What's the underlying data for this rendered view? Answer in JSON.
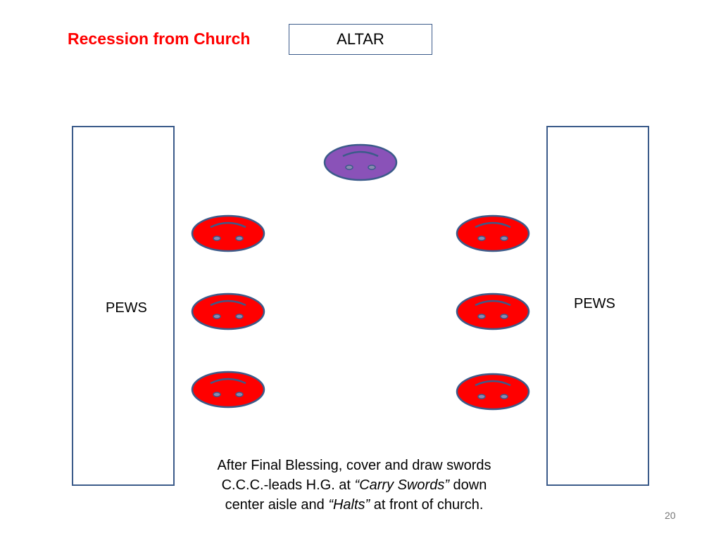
{
  "title": "Recession from Church",
  "altar_label": "ALTAR",
  "pews_left_label": "PEWS",
  "pews_right_label": "PEWS",
  "caption": {
    "line1": "After Final Blessing, cover and draw swords",
    "line2_prefix": "C.C.C.-leads H.G. at ",
    "line2_italic": "“Carry Swords”",
    "line2_suffix": " down",
    "line3_prefix": "center aisle and ",
    "line3_italic": "“Halts”",
    "line3_suffix": " at front of church."
  },
  "page_number": "20",
  "colors": {
    "leader_fill": "#8a52b8",
    "member_fill": "#ff0000",
    "outline": "#3b5b8a",
    "title": "#ff0000"
  },
  "figures": [
    {
      "role": "leader",
      "color": "leader_fill"
    },
    {
      "role": "member",
      "color": "member_fill"
    },
    {
      "role": "member",
      "color": "member_fill"
    },
    {
      "role": "member",
      "color": "member_fill"
    },
    {
      "role": "member",
      "color": "member_fill"
    },
    {
      "role": "member",
      "color": "member_fill"
    },
    {
      "role": "member",
      "color": "member_fill"
    }
  ]
}
